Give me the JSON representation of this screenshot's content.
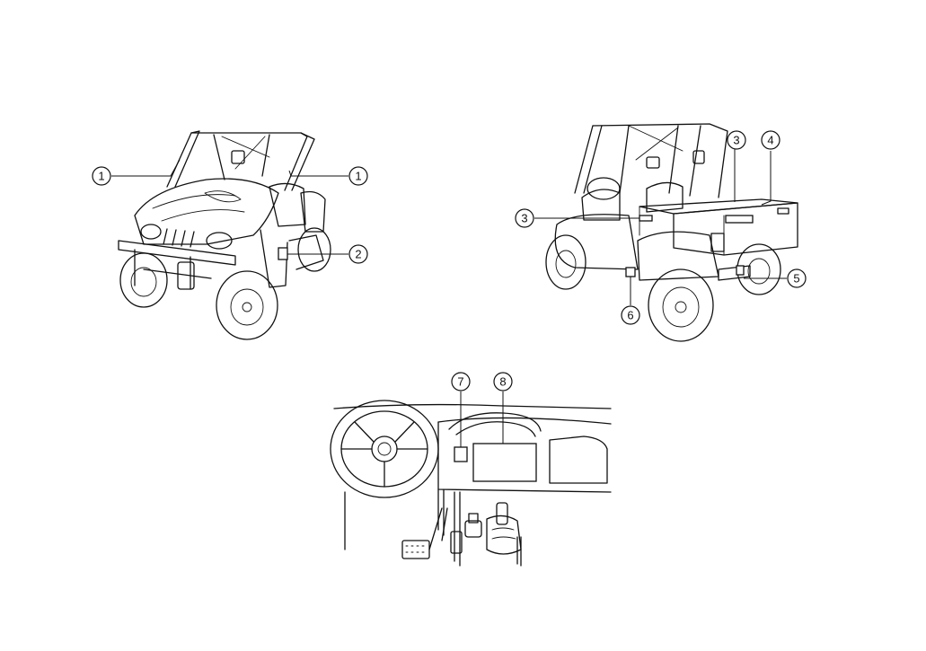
{
  "callouts": [
    {
      "id": "c1a",
      "label": "1"
    },
    {
      "id": "c1b",
      "label": "1"
    },
    {
      "id": "c2",
      "label": "2"
    },
    {
      "id": "c3a",
      "label": "3"
    },
    {
      "id": "c3b",
      "label": "3"
    },
    {
      "id": "c4",
      "label": "4"
    },
    {
      "id": "c5",
      "label": "5"
    },
    {
      "id": "c6",
      "label": "6"
    },
    {
      "id": "c7",
      "label": "7"
    },
    {
      "id": "c8",
      "label": "8"
    }
  ]
}
